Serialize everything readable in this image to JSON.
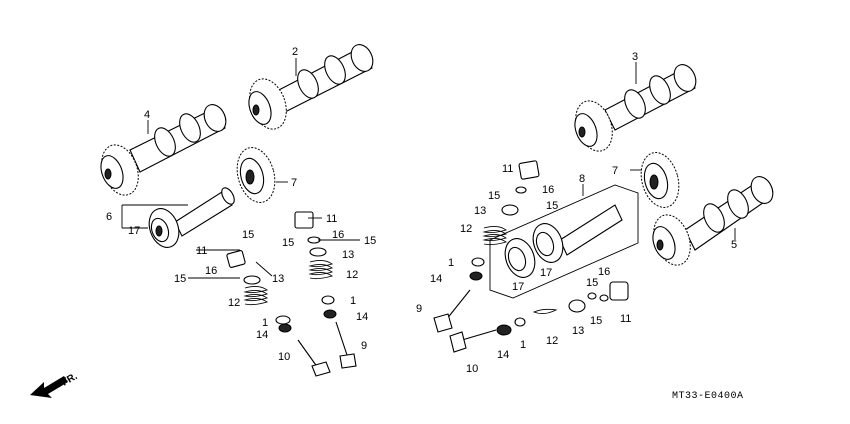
{
  "diagram": {
    "code": "MT33-E0400A",
    "direction": "FR.",
    "labels": [
      {
        "id": "l2a",
        "text": "2"
      },
      {
        "id": "l3a",
        "text": "3"
      },
      {
        "id": "l4a",
        "text": "4"
      },
      {
        "id": "l5a",
        "text": "5"
      },
      {
        "id": "l6a",
        "text": "6"
      },
      {
        "id": "l7a",
        "text": "7"
      },
      {
        "id": "l7b",
        "text": "7"
      },
      {
        "id": "l8a",
        "text": "8"
      },
      {
        "id": "l17a",
        "text": "17"
      },
      {
        "id": "l17b",
        "text": "17"
      },
      {
        "id": "l17c",
        "text": "17"
      },
      {
        "id": "l11a",
        "text": "11"
      },
      {
        "id": "l11b",
        "text": "11"
      },
      {
        "id": "l11c",
        "text": "11"
      },
      {
        "id": "l11d",
        "text": "11"
      },
      {
        "id": "l15a",
        "text": "15"
      },
      {
        "id": "l15b",
        "text": "15"
      },
      {
        "id": "l15c",
        "text": "15"
      },
      {
        "id": "l15d",
        "text": "15"
      },
      {
        "id": "l15e",
        "text": "15"
      },
      {
        "id": "l15f",
        "text": "15"
      },
      {
        "id": "l15g",
        "text": "15"
      },
      {
        "id": "l15h",
        "text": "15"
      },
      {
        "id": "l16a",
        "text": "16"
      },
      {
        "id": "l16b",
        "text": "16"
      },
      {
        "id": "l16c",
        "text": "16"
      },
      {
        "id": "l16d",
        "text": "16"
      },
      {
        "id": "l13a",
        "text": "13"
      },
      {
        "id": "l13b",
        "text": "13"
      },
      {
        "id": "l13c",
        "text": "13"
      },
      {
        "id": "l13d",
        "text": "13"
      },
      {
        "id": "l12a",
        "text": "12"
      },
      {
        "id": "l12b",
        "text": "12"
      },
      {
        "id": "l12c",
        "text": "12"
      },
      {
        "id": "l12d",
        "text": "12"
      },
      {
        "id": "l1a",
        "text": "1"
      },
      {
        "id": "l1b",
        "text": "1"
      },
      {
        "id": "l1c",
        "text": "1"
      },
      {
        "id": "l1d",
        "text": "1"
      },
      {
        "id": "l14a",
        "text": "14"
      },
      {
        "id": "l14b",
        "text": "14"
      },
      {
        "id": "l14c",
        "text": "14"
      },
      {
        "id": "l14d",
        "text": "14"
      },
      {
        "id": "l10a",
        "text": "10"
      },
      {
        "id": "l10b",
        "text": "10"
      },
      {
        "id": "l9a",
        "text": "9"
      },
      {
        "id": "l9b",
        "text": "9"
      }
    ]
  }
}
